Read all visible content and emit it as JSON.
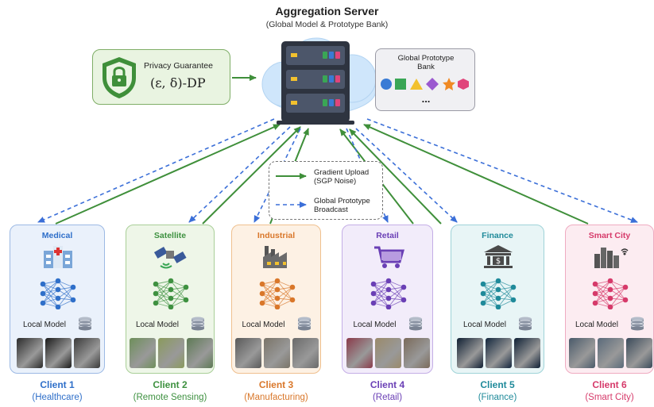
{
  "server": {
    "title": "Aggregation Server",
    "subtitle": "(Global Model & Prototype Bank)"
  },
  "privacy": {
    "title": "Privacy Guarantee",
    "formula": "(ε, δ)-DP"
  },
  "prototype_bank": {
    "title_line1": "Global Prototype",
    "title_line2": "Bank",
    "more": "...",
    "shapes": [
      "circle",
      "square",
      "triangle",
      "diamond",
      "star",
      "hexagon"
    ],
    "shape_colors": [
      "#3a7bd5",
      "#3aa655",
      "#f2c12e",
      "#9b59d0",
      "#f08a24",
      "#e0457b"
    ]
  },
  "legend": {
    "upload_line1": "Gradient Upload",
    "upload_line2": "(SGP Noise)",
    "broadcast_line1": "Global Prototype",
    "broadcast_line2": "Broadcast",
    "upload_color": "#3f8f3a",
    "broadcast_color": "#3b6fd8"
  },
  "clients": [
    {
      "domain": "Medical",
      "local_model": "Local Model",
      "name": "Client 1",
      "sub": "(Healthcare)",
      "color": "#2f6fc9",
      "bg": "#eaf1fb",
      "border": "#9cb9e4",
      "icon": "hospital-icon"
    },
    {
      "domain": "Satellite",
      "local_model": "Local Model",
      "name": "Client 2",
      "sub": "(Remote Sensing)",
      "color": "#3e9140",
      "bg": "#eef6e8",
      "border": "#a9cf98",
      "icon": "satellite-icon"
    },
    {
      "domain": "Industrial",
      "local_model": "Local Model",
      "name": "Client 3",
      "sub": "(Manufacturing)",
      "color": "#d9772a",
      "bg": "#fdf1e4",
      "border": "#efc08f",
      "icon": "factory-icon"
    },
    {
      "domain": "Retail",
      "local_model": "Local Model",
      "name": "Client 4",
      "sub": "(Retail)",
      "color": "#6a3fb5",
      "bg": "#f2ecfa",
      "border": "#c4aee6",
      "icon": "shopping-cart-icon"
    },
    {
      "domain": "Finance",
      "local_model": "Local Model",
      "name": "Client 5",
      "sub": "(Finance)",
      "color": "#1f8a9a",
      "bg": "#e8f5f6",
      "border": "#9fd3d8",
      "icon": "bank-icon"
    },
    {
      "domain": "Smart City",
      "local_model": "Local Model",
      "name": "Client 6",
      "sub": "(Smart City)",
      "color": "#d63a6a",
      "bg": "#fcecf1",
      "border": "#efabc1",
      "icon": "city-icon"
    }
  ]
}
